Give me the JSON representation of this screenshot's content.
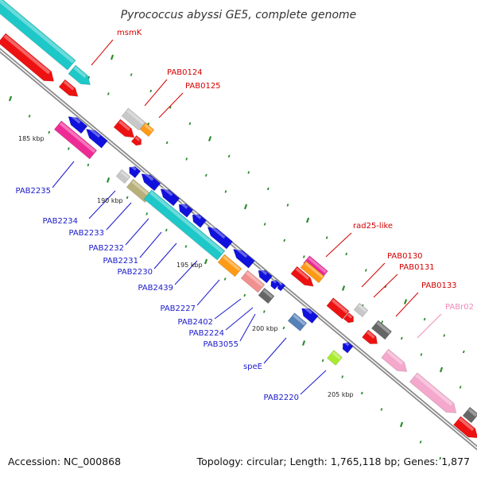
{
  "title": "Pyrococcus abyssi GE5, complete genome",
  "footer": {
    "accession": "Accession: NC_000868",
    "summary": "Topology: circular; Length: 1,765,118 bp; Genes: 1,877"
  },
  "colors": {
    "forward_label": "#d40000",
    "reverse_label": "#1a1acc",
    "rna_label": "#f08ab8",
    "backbone": "#8c8c8c",
    "tick": "#2e8b2e"
  },
  "scale_labels": [
    "185 kbp",
    "190 kbp",
    "195 kbp",
    "200 kbp",
    "205 kbp"
  ],
  "forward_labels": [
    "msmK",
    "PAB0124",
    "PAB0125",
    "rad25-like",
    "PAB0130",
    "PAB0131",
    "PAB0133"
  ],
  "rna_labels": [
    "PABr02"
  ],
  "reverse_labels": [
    "PAB2235",
    "PAB2234",
    "PAB2233",
    "PAB2232",
    "PAB2231",
    "PAB2230",
    "PAB2439",
    "PAB2227",
    "PAB2402",
    "PAB2224",
    "PAB3055",
    "speE",
    "PAB2220"
  ]
}
